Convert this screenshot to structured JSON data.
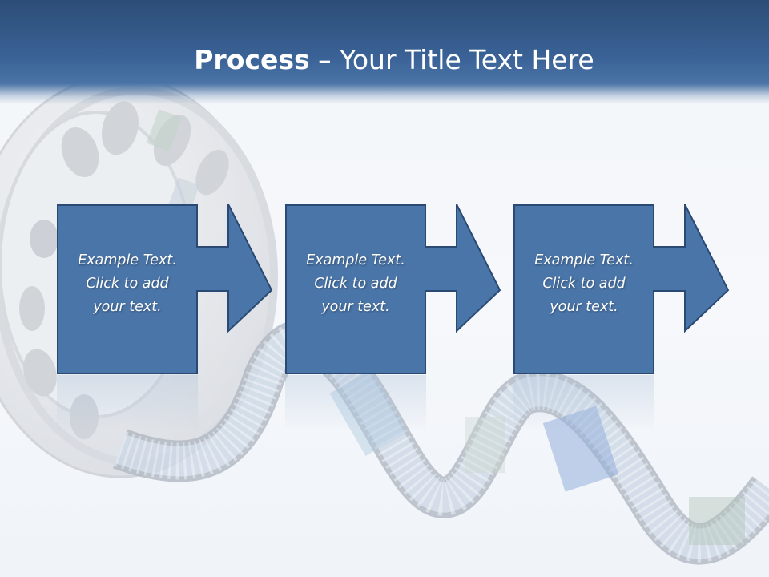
{
  "slide": {
    "title_bold": "Process",
    "title_rest": " – Your Title Text Here"
  },
  "steps": [
    {
      "line1": "Example Text.",
      "line2": "Click  to add",
      "line3": "your text."
    },
    {
      "line1": "Example Text.",
      "line2": "Click  to add",
      "line3": "your text."
    },
    {
      "line1": "Example Text.",
      "line2": "Click  to add",
      "line3": "your text."
    }
  ],
  "colors": {
    "title_bar": "#3a6296",
    "box_fill": "#4a75a8",
    "box_border": "#2b4a73",
    "title_text": "#ffffff"
  }
}
